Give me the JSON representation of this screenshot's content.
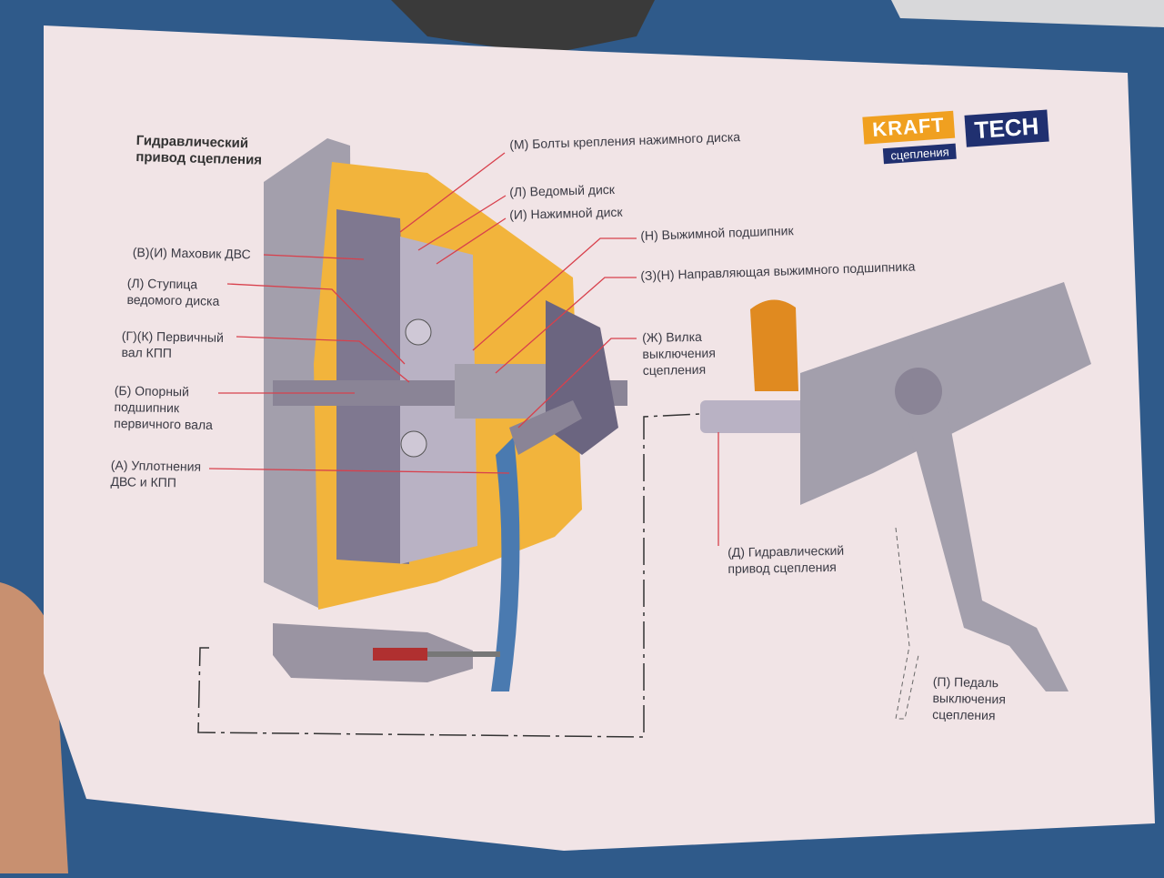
{
  "diagram": {
    "title_line1": "Гидравлический",
    "title_line2": "привод сцепления",
    "logo": {
      "top": "KRAFT",
      "main": "TECH",
      "sub": "сцепления"
    },
    "labels": {
      "m": "(М) Болты крепления нажимного диска",
      "l_disc": "(Л) Ведомый диск",
      "i_disc": "(И) Нажимной диск",
      "n": "(Н) Выжимной подшипник",
      "zn": "(З)(Н) Направляющая выжимного подшипника",
      "vi": "(В)(И) Маховик ДВС",
      "l_hub_1": "(Л) Ступица",
      "l_hub_2": "ведомого диска",
      "gk_1": "(Г)(К) Первичный",
      "gk_2": "вал КПП",
      "zh_1": "(Ж) Вилка",
      "zh_2": "выключения",
      "zh_3": "сцепления",
      "b_1": "(Б) Опорный",
      "b_2": "подшипник",
      "b_3": "первичного вала",
      "a_1": "(А) Уплотнения",
      "a_2": "ДВС и КПП",
      "d_1": "(Д) Гидравлический",
      "d_2": "привод сцепления",
      "p_1": "(П) Педаль",
      "p_2": "выключения",
      "p_3": "сцепления"
    }
  },
  "colors": {
    "background": "#2f5a8a",
    "paper": "#f1e4e6",
    "housing": "#f2b43c",
    "metal": "#9a94a2",
    "leader": "#d8404c",
    "cylinder": "#e08a20"
  }
}
